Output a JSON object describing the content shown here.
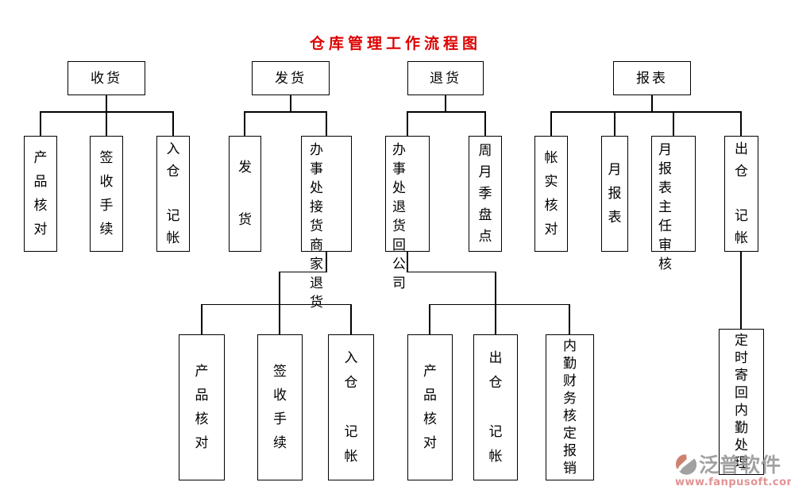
{
  "title": {
    "text": "仓库管理工作流程图",
    "color": "#dd0000"
  },
  "nodes": {
    "receiving": "收货",
    "shipping": "发货",
    "returns": "退货",
    "reports": "报表",
    "recv_product_check": "产\n品\n核\n对",
    "recv_sign": "签\n收\n手\n续",
    "recv_in_book": "入\n仓\n\n记\n帐",
    "ship_goods": "发\n\n货",
    "ship_office_merchant_return": "办事\n处接\n货商\n家退\n货",
    "ret_office_return_company": "办事\n处退\n货回\n公司",
    "ret_cycle_count": "周\n月\n季\n盘\n点",
    "rpt_account_check": "帐\n实\n核\n对",
    "rpt_monthly": "月\n报\n表",
    "rpt_monthly_review": "月报\n表主\n任审\n核",
    "rpt_out_book": "出\n仓\n\n记\n帐",
    "ship2_product_check": "产\n品\n核\n对",
    "ship2_sign": "签\n收\n手\n续",
    "ship2_in_book": "入\n仓\n\n记\n帐",
    "ret2_product_check": "产\n品\n核\n对",
    "ret2_out_book": "出\n仓\n\n记\n帐",
    "ret2_backoffice_reimburse": "内\n勤\n财\n务\n核\n定\n报\n销",
    "rpt2_timed_mail_back": "定\n时\n寄\n回\n内\n勤\n处\n理"
  },
  "tree": [
    {
      "label": "收货",
      "children": [
        "产品核对",
        "签收手续",
        "入仓记帐"
      ]
    },
    {
      "label": "发货",
      "children": [
        "发货",
        "办事处接货商家退货"
      ],
      "sub": {
        "parent": "办事处接货商家退货",
        "children": [
          "产品核对",
          "签收手续",
          "入仓记帐"
        ]
      }
    },
    {
      "label": "退货",
      "children": [
        "办事处退货回公司",
        "周月季盘点"
      ],
      "sub": {
        "parent": "办事处退货回公司",
        "children": [
          "产品核对",
          "出仓记帐",
          "内勤财务核定报销"
        ]
      }
    },
    {
      "label": "报表",
      "children": [
        "帐实核对",
        "月报表",
        "月报表主任审核",
        "出仓记帐"
      ],
      "sub": {
        "parent": "出仓记帐",
        "children": [
          "定时寄回内勤处理"
        ]
      }
    }
  ],
  "watermark": {
    "brand": "泛普软件",
    "url": "www.fanpusoft.com",
    "brand_color": "#9a9a9a",
    "url_color": "#e08a8a",
    "logo_gray": "#9a9a9a",
    "logo_accent": "#cc7766"
  }
}
